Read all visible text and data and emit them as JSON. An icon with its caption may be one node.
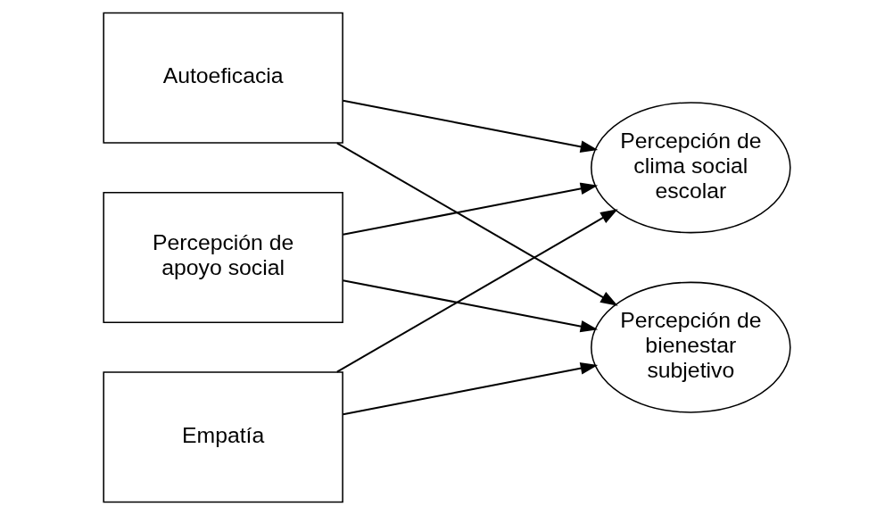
{
  "diagram": {
    "nodes": [
      {
        "text": [
          "Autoeficacia"
        ]
      },
      {
        "text": [
          "Percepción de apoyo social"
        ]
      },
      {
        "text": [
          "Empatía"
        ]
      },
      {
        "text": [
          "Percepción de clima social escolar"
        ]
      },
      {
        "text": [
          "Percepción de bienestar subjetivo"
        ]
      }
    ],
    "edges": [
      {
        "from": 0,
        "to": 3,
        "arrow": "to"
      },
      {
        "from": 0,
        "to": 4,
        "arrow": "to"
      },
      {
        "from": 1,
        "to": 3,
        "arrow": "to"
      },
      {
        "from": 1,
        "to": 4,
        "arrow": "to"
      },
      {
        "from": 2,
        "to": 3,
        "arrow": "to"
      },
      {
        "from": 2,
        "to": 4,
        "arrow": "to"
      }
    ]
  }
}
